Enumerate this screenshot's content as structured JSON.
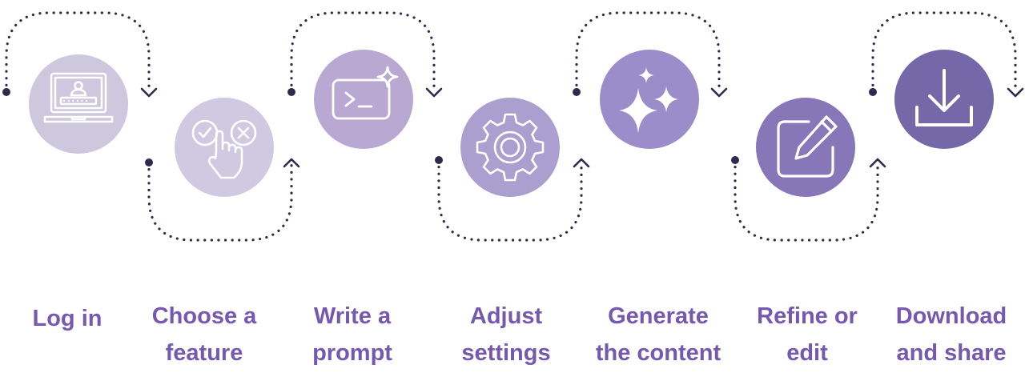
{
  "colors": {
    "label_text": "#7658b0",
    "connector": "#2f2b4f",
    "icon_stroke": "#ffffff"
  },
  "steps": [
    {
      "label": "Log in",
      "icon": "laptop-login-icon",
      "color": "#cdc8de"
    },
    {
      "label": "Choose a\nfeature",
      "icon": "choose-option-hand-icon",
      "color": "#cfc9e2"
    },
    {
      "label": "Write a\nprompt",
      "icon": "terminal-prompt-icon",
      "color": "#b9a9d2"
    },
    {
      "label": "Adjust\nsettings",
      "icon": "gear-icon",
      "color": "#ab9fd0"
    },
    {
      "label": "Generate\nthe content",
      "icon": "sparkles-icon",
      "color": "#9a8dca"
    },
    {
      "label": "Refine or\nedit",
      "icon": "edit-pencil-icon",
      "color": "#8777b8"
    },
    {
      "label": "Download\nand share",
      "icon": "download-icon",
      "color": "#7468a8"
    }
  ]
}
